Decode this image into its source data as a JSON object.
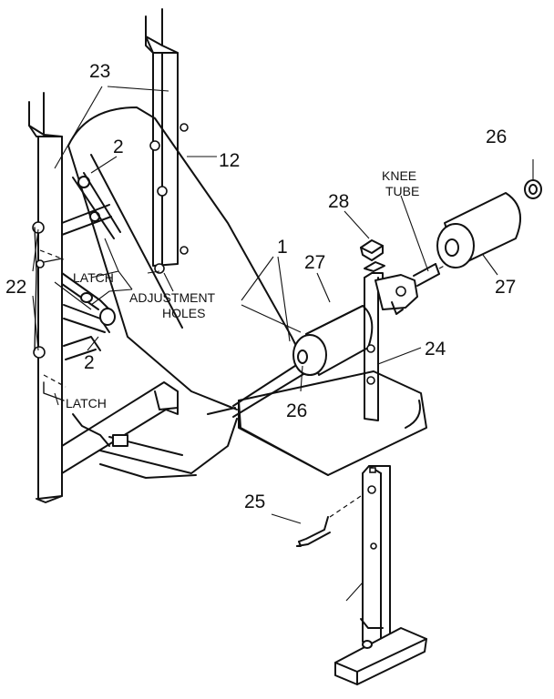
{
  "callouts": {
    "c23": "23",
    "c2_top": "2",
    "c12": "12",
    "c26_top": "26",
    "c28": "28",
    "c1": "1",
    "c27_mid": "27",
    "c27_right": "27",
    "c22": "22",
    "c2_bottom": "2",
    "c24": "24",
    "c26_bottom": "26",
    "c25": "25"
  },
  "words": {
    "knee_line1": "KNEE",
    "knee_line2": "TUBE",
    "latch_top": "LATCH",
    "latch_bottom": "LATCH",
    "adjust_line1": "ADJUSTMENT",
    "adjust_line2": "HOLES"
  }
}
